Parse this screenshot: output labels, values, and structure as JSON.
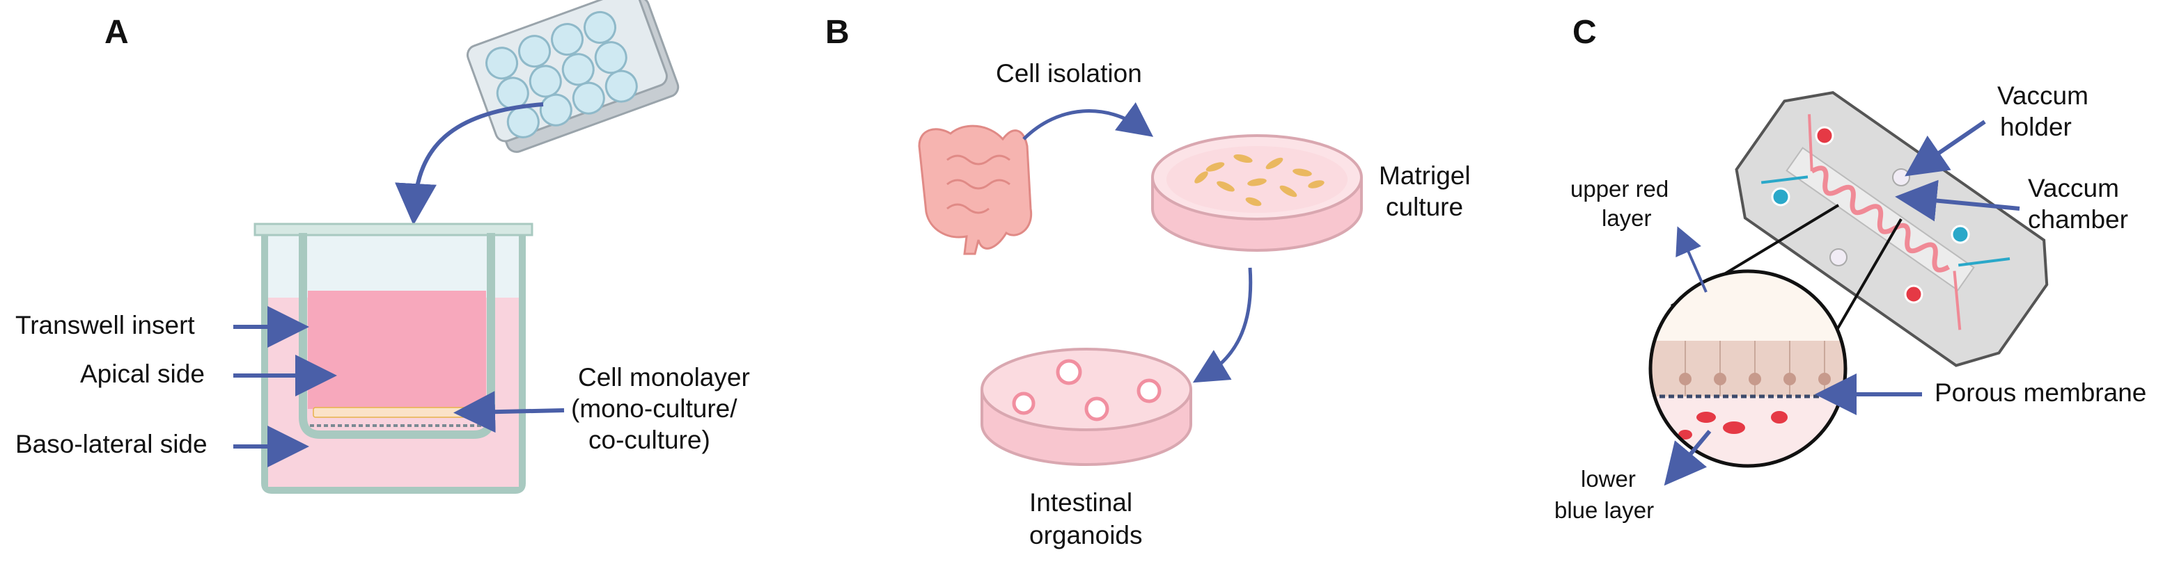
{
  "panels": {
    "a": {
      "letter": "A",
      "labels": {
        "transwell_insert": "Transwell insert",
        "apical_side": "Apical side",
        "basolateral_side": "Baso-lateral side",
        "cell_monolayer_1": "Cell monolayer",
        "cell_monolayer_2": "(mono-culture/",
        "cell_monolayer_3": "co-culture)"
      }
    },
    "b": {
      "letter": "B",
      "labels": {
        "cell_isolation": "Cell isolation",
        "matrigel_1": "Matrigel",
        "matrigel_2": "culture",
        "organoids_1": "Intestinal",
        "organoids_2": "organoids"
      }
    },
    "c": {
      "letter": "C",
      "labels": {
        "vaccum_holder_1": "Vaccum",
        "vaccum_holder_2": "holder",
        "vaccum_chamber_1": "Vaccum",
        "vaccum_chamber_2": "chamber",
        "upper_red_1": "upper red",
        "upper_red_2": "layer",
        "porous_membrane": "Porous membrane",
        "lower_blue_1": "lower",
        "lower_blue_2": "blue layer"
      }
    }
  },
  "colors": {
    "arrow": "#4a5fa8",
    "well_wall": "#a8c9c0",
    "media_pink": "#f7a8bc",
    "dish_pink": "#f8c6cf",
    "cell_yellow": "#e8b24a",
    "chip_grey": "#dcdcdc",
    "port_red": "#e53945",
    "port_blue": "#2aa8c9",
    "channel_pink": "#f08a96"
  }
}
